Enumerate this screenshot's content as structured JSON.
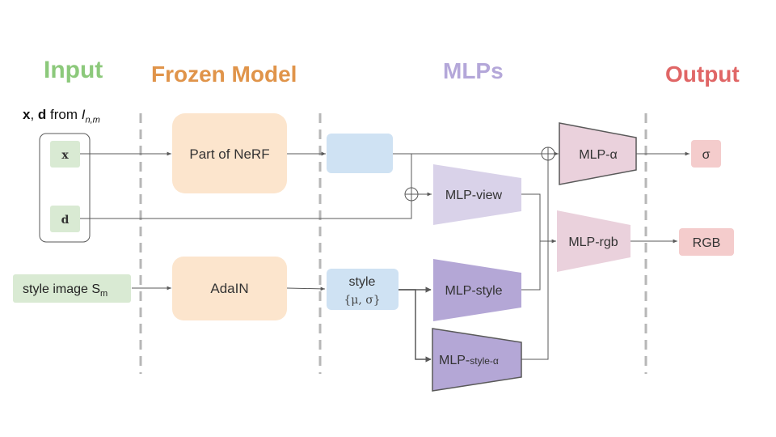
{
  "sections": {
    "input": "Input",
    "frozen": "Frozen Model",
    "mlps": "MLPs",
    "output": "Output"
  },
  "input_caption": {
    "x": "x",
    "sep": ", ",
    "d": "d",
    "from": " from ",
    "I": "I",
    "sub": "n,m"
  },
  "nodes": {
    "x_input": "x",
    "d_input": "d",
    "style_image": "style image S",
    "style_image_sub": "m",
    "part_of_nerf": "Part of NeRF",
    "adain": "AdaIN",
    "feature_box": "",
    "style_stats_1": "style",
    "style_stats_2": "{μ, σ}",
    "mlp_view": "MLP-view",
    "mlp_style": "MLP-style",
    "mlp_style_alpha": "MLP-",
    "mlp_style_alpha_small": "style-α",
    "mlp_alpha": "MLP-α",
    "mlp_rgb": "MLP-rgb",
    "out_sigma": "σ",
    "out_rgb": "RGB"
  },
  "colors": {
    "input_title": "#8cc97b",
    "frozen_title": "#e0944a",
    "mlps_title": "#b4a7d9",
    "output_title": "#e06666",
    "green_fill": "#d9ead3",
    "orange_fill": "#fce5cd",
    "blue_fill": "#cfe2f3",
    "light_purple": "#d9d2e9",
    "dark_purple": "#b4a7d6",
    "pink_fill": "#ead1dc",
    "red_fill": "#f4cccc",
    "stroke": "#595959",
    "dash": "#b7b7b7"
  }
}
